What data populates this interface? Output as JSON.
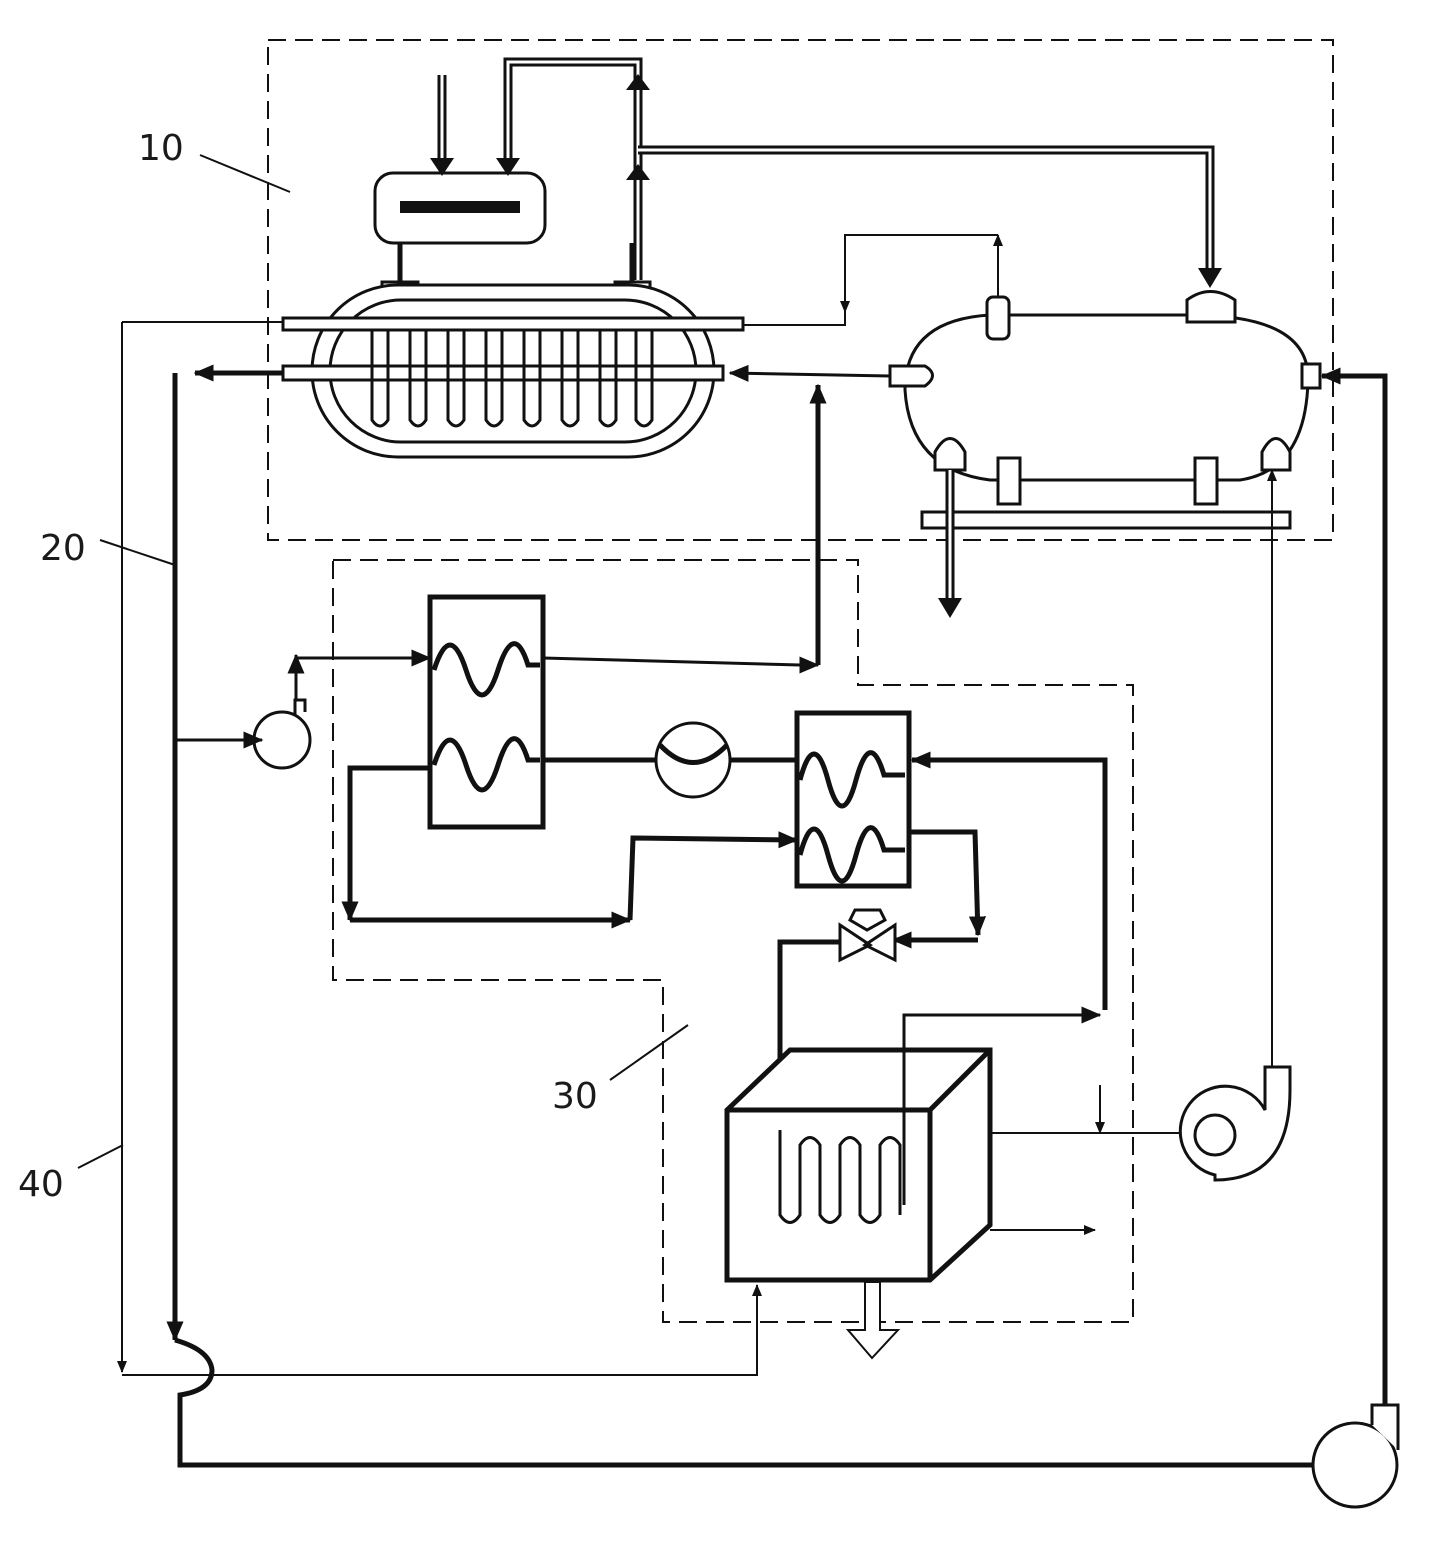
{
  "labels": {
    "unit_10": "10",
    "unit_20": "20",
    "unit_30": "30",
    "unit_40": "40"
  },
  "colors": {
    "line": "#111111",
    "background": "#ffffff"
  }
}
